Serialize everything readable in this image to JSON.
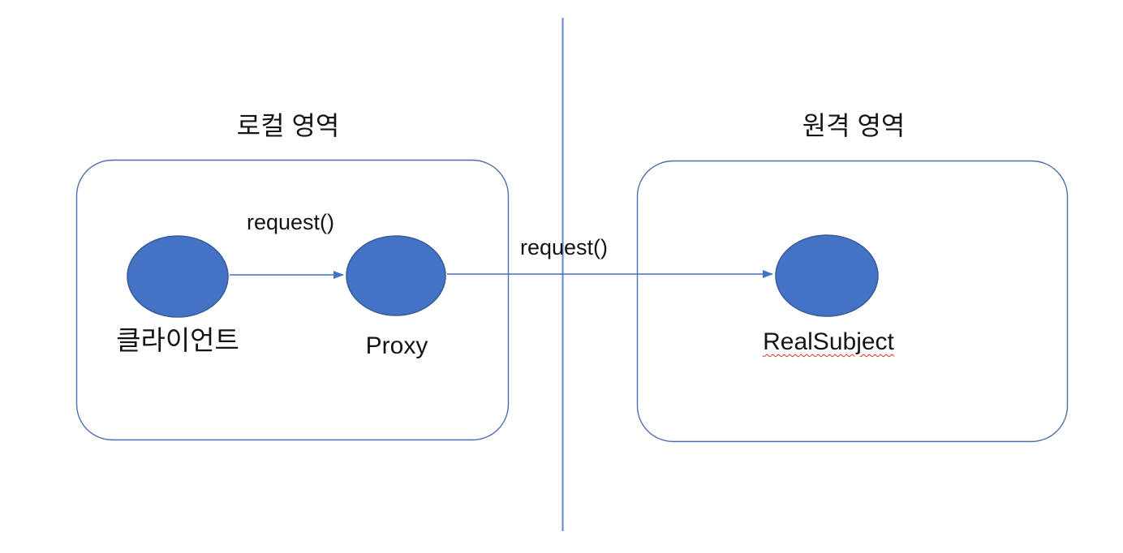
{
  "diagram": {
    "local_region": {
      "title": "로컬 영역"
    },
    "remote_region": {
      "title": "원격 영역"
    },
    "nodes": {
      "client": {
        "label": "클라이언트"
      },
      "proxy": {
        "label": "Proxy"
      },
      "real_subject": {
        "label": "RealSubject"
      }
    },
    "arrows": {
      "client_to_proxy": {
        "label": "request()"
      },
      "proxy_to_real_subject": {
        "label": "request()"
      }
    },
    "colors": {
      "node_fill": "#4472C4",
      "node_stroke": "#3a5d9c",
      "line_stroke": "#4472C4",
      "region_border": "#4e6fae",
      "text": "#141414",
      "spellcheck_underline": "#e0321e"
    }
  }
}
